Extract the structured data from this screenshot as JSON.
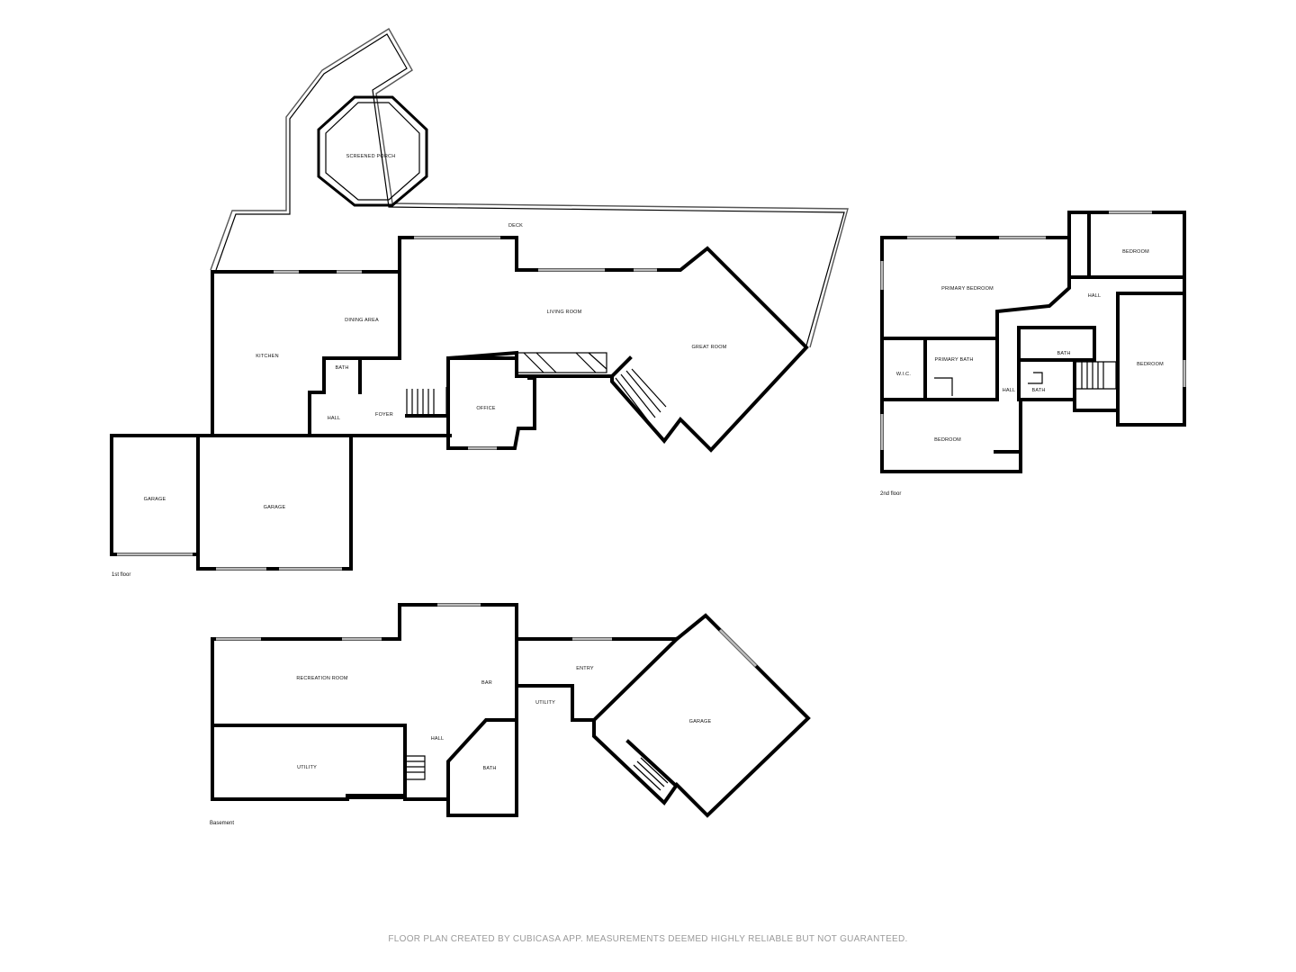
{
  "floor1": {
    "label": "1st floor",
    "rooms": {
      "screened_porch": "SCREENED PORCH",
      "deck": "DECK",
      "dining_area": "DINING AREA",
      "living_room": "LIVING ROOM",
      "kitchen": "KITCHEN",
      "great_room": "GREAT ROOM",
      "bath": "BATH",
      "hall": "HALL",
      "foyer": "FOYER",
      "office": "OFFICE",
      "garage_left": "GARAGE",
      "garage_right": "GARAGE"
    }
  },
  "floor2": {
    "label": "2nd floor",
    "rooms": {
      "primary_bedroom": "PRIMARY BEDROOM",
      "bedroom_top_right": "BEDROOM",
      "hall": "HALL",
      "bath": "BATH",
      "bedroom_right": "BEDROOM",
      "wic": "W.I.C.",
      "primary_bath": "PRIMARY BATH",
      "hall_small": "HALL",
      "bath_small": "BATH",
      "bedroom_bottom": "BEDROOM"
    }
  },
  "basement": {
    "label": "Basement",
    "rooms": {
      "recreation_room": "RECREATION ROOM",
      "bar": "BAR",
      "entry": "ENTRY",
      "utility_small": "UTILITY",
      "garage": "GARAGE",
      "hall": "HALL",
      "utility": "UTILITY",
      "bath": "BATH"
    }
  },
  "footer": "FLOOR PLAN CREATED BY CUBICASA APP. MEASUREMENTS DEEMED HIGHLY RELIABLE BUT NOT GUARANTEED."
}
